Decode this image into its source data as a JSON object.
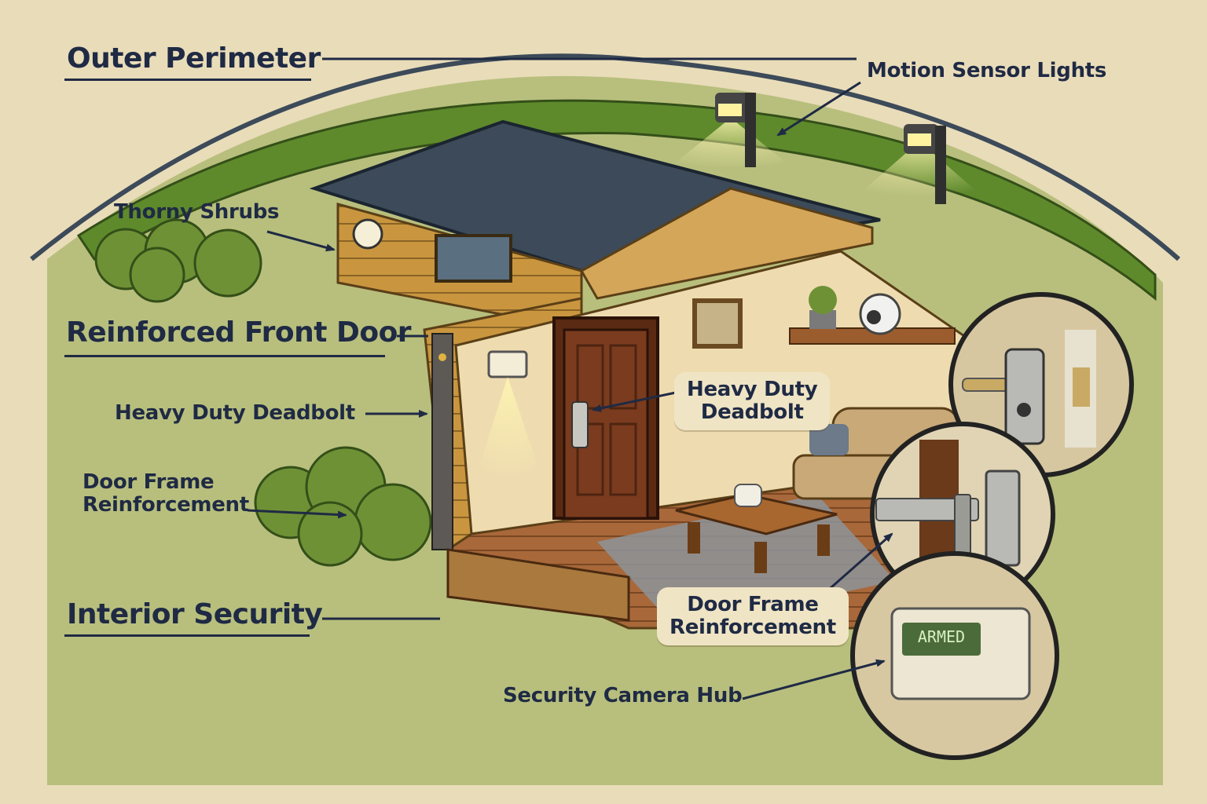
{
  "labels": {
    "outer_perimeter": "Outer Perimeter",
    "motion_sensor_lights": "Motion Sensor Lights",
    "thorny_shrubs": "Thorny Shrubs",
    "reinforced_front_door": "Reinforced Front Door",
    "heavy_duty_deadbolt_left": "Heavy Duty Deadbolt",
    "heavy_duty_deadbolt_center_line1": "Heavy Duty",
    "heavy_duty_deadbolt_center_line2": "Deadbolt",
    "door_frame_reinforcement_left_line1": "Door Frame",
    "door_frame_reinforcement_left_line2": "Reinforcement",
    "interior_security": "Interior Security",
    "door_frame_reinforcement_right_line1": "Door Frame",
    "door_frame_reinforcement_right_line2": "Reinforcement",
    "security_camera_hub": "Security Camera Hub"
  },
  "alarm_panel": {
    "status": "ARMED"
  },
  "colors": {
    "background": "#e9dcb9",
    "label_ink": "#1f2a44",
    "roof": "#3c4a59",
    "siding": "#c9963f",
    "shrub": "#6f9136",
    "door": "#7a3b1f",
    "floor": "#a8683a",
    "alarm_screen": "#4c6b3a"
  }
}
